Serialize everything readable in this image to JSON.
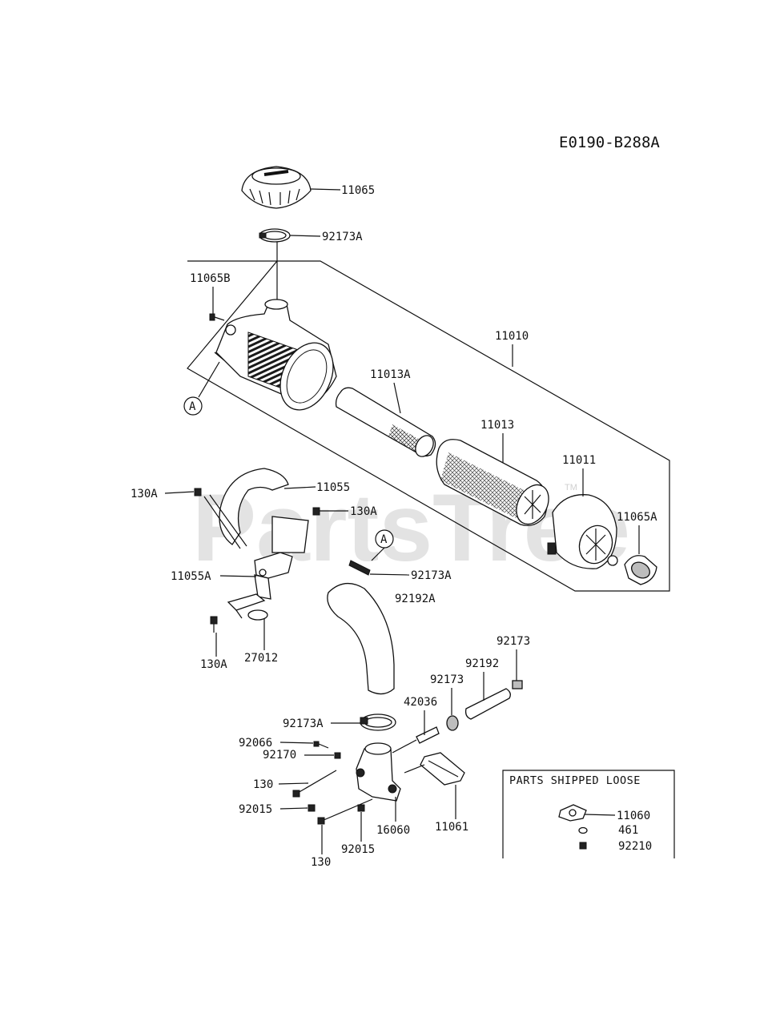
{
  "diagram_code": "E0190-B288A",
  "watermark": "PartsTree",
  "watermark_tm": "TM",
  "parts_shipped_loose_title": "PARTS SHIPPED LOOSE",
  "callout_letter": "A",
  "labels": {
    "p11065": "11065",
    "p92173A_top": "92173A",
    "p11065B": "11065B",
    "p11010": "11010",
    "p11013A": "11013A",
    "p11013": "11013",
    "p11011": "11011",
    "p11065A": "11065A",
    "p130A_left": "130A",
    "p11055": "11055",
    "p130A_mid": "130A",
    "p11055A": "11055A",
    "p92173A_mid": "92173A",
    "p92192A": "92192A",
    "p130A_bottom": "130A",
    "p27012": "27012",
    "p92173_top": "92173",
    "p92192": "92192",
    "p92173_mid": "92173",
    "p42036": "42036",
    "p92173A_low": "92173A",
    "p92066": "92066",
    "p92170": "92170",
    "p130_upper": "130",
    "p92015_left": "92015",
    "p16060": "16060",
    "p11061": "11061",
    "p92015_bottom": "92015",
    "p130_lower": "130",
    "p11060": "11060",
    "p461": "461",
    "p92210": "92210"
  }
}
